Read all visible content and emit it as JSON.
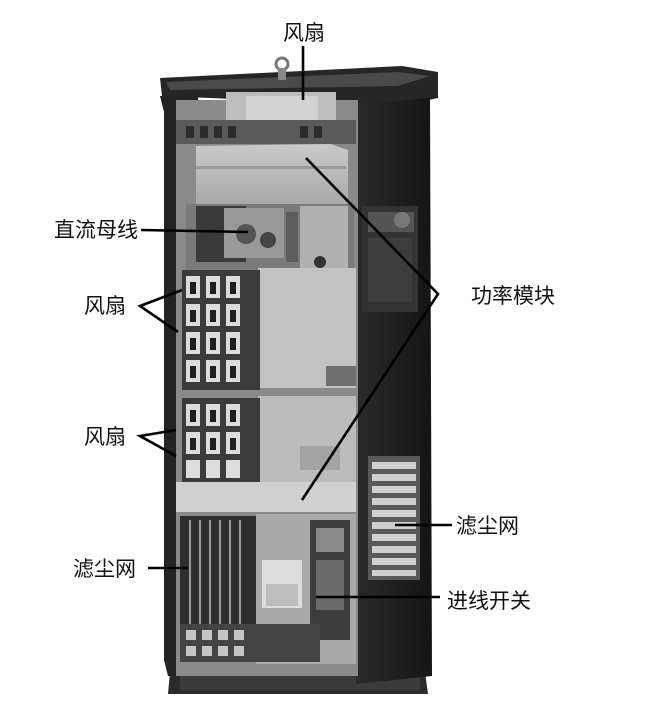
{
  "labels": {
    "fan_top": "风扇",
    "dc_bus": "直流母线",
    "fan_upper": "风扇",
    "power_module": "功率模块",
    "fan_lower": "风扇",
    "dust_filter_right": "滤尘网",
    "dust_filter_left": "滤尘网",
    "incoming_switch": "进线开关"
  },
  "colors": {
    "cabinet_dark": "#1f1f1f",
    "cabinet_mid": "#6e6e6e",
    "panel_light": "#b9b9b9",
    "panel_lighter": "#cfcfcf",
    "leader_line": "#000000"
  }
}
